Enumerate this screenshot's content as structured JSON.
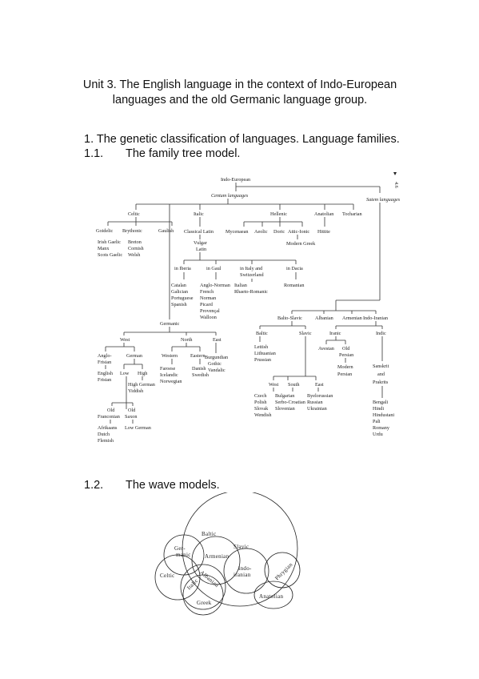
{
  "title": {
    "line1": "Unit 3. The English language in the context of Indo-European",
    "line2": "languages and the old Germanic language group."
  },
  "section1": {
    "number": "1.",
    "text": "The genetic classification of languages. Language families."
  },
  "section11": {
    "number": "1.1.",
    "text": "The family tree model."
  },
  "section12": {
    "number": "1.2.",
    "text": "The wave models."
  },
  "tree": {
    "root": "Indo-European",
    "centum": "Centum languages",
    "satem": "Satem languages",
    "page_mark": "4.6",
    "celtic": "Celtic",
    "goidelic": "Goidelic",
    "brythonic": "Brythonic",
    "gaulish": "Gaulish",
    "goidelic_children": [
      "Irish Gaelic",
      "Manx",
      "Scots Gaelic"
    ],
    "brythonic_children": [
      "Breton",
      "Cornish",
      "Welsh"
    ],
    "italic": "Italic",
    "classical_latin": "Classical Latin",
    "vulgar_latin": [
      "Vulgar",
      "Latin"
    ],
    "latin_regions": [
      "in Iberia",
      "in Gaul",
      "in Italy and",
      "Switzerland",
      "in Dacia"
    ],
    "iberia_children": [
      "Catalan",
      "Galician",
      "Portuguese",
      "Spanish"
    ],
    "gaul_children": [
      "Anglo-Norman",
      "French",
      "Norman",
      "Picard",
      "Provençal",
      "Walloon"
    ],
    "italy_children": [
      "Italian",
      "Rhaeto-Romanic"
    ],
    "dacia_children": [
      "Romanian"
    ],
    "hellenic": "Hellenic",
    "hellenic_children": [
      "Mycenaean",
      "Aeolic",
      "Doric",
      "Attic-Ionic"
    ],
    "modern_greek": "Modern Greek",
    "anatolian": "Anatolian",
    "hittite": "Hittite",
    "tocharian": "Tocharian",
    "germanic": "Germanic",
    "west": "West",
    "north": "North",
    "east": "East",
    "anglo_frisian": [
      "Anglo-",
      "Frisian"
    ],
    "german": "German",
    "english_frisian": [
      "English",
      "Frisian"
    ],
    "low": "Low",
    "high": "High",
    "high_german": [
      "High German",
      "Yiddish"
    ],
    "old_franconian": [
      "Old",
      "Franconian"
    ],
    "old_saxon": [
      "Old",
      "Saxon"
    ],
    "franconian_children": [
      "Afrikaans",
      "Dutch",
      "Flemish"
    ],
    "low_german": "Low German",
    "western": "Western",
    "eastern": "Eastern",
    "western_children": [
      "Faroese",
      "Icelandic",
      "Norwegian"
    ],
    "eastern_children": [
      "Danish",
      "Swedish"
    ],
    "east_children": [
      "Burgundian",
      "Gothic",
      "Vandalic"
    ],
    "balto_slavic": "Balto-Slavic",
    "albanian": "Albanian",
    "armenian": "Armenian",
    "indo_iranian": "Indo-Iranian",
    "baltic": "Baltic",
    "slavic": "Slavic",
    "baltic_children": [
      "Lettish",
      "Lithuanian",
      "Prussian"
    ],
    "slavic_west": "West",
    "slavic_south": "South",
    "slavic_east": "East",
    "west_slavic_children": [
      "Czech",
      "Polish",
      "Slovak",
      "Wendish"
    ],
    "south_slavic_children": [
      "Bulgarian",
      "Serbo-Croatian",
      "Slovenian"
    ],
    "east_slavic_children": [
      "Byelorussian",
      "Russian",
      "Ukrainian"
    ],
    "iranic": "Iranic",
    "avestan": "Avestan",
    "old_persian": [
      "Old",
      "Persian"
    ],
    "modern_persian": [
      "Modern",
      "Persian"
    ],
    "indic": "Indic",
    "sanskrit": [
      "Sanskrit",
      "and",
      "Prakrits"
    ],
    "indic_children": [
      "Bengali",
      "Hindi",
      "Hindustani",
      "Pali",
      "Romany",
      "Urdu"
    ]
  },
  "wave": {
    "baltic": "Baltic",
    "slavic": "Slavic",
    "germanic": [
      "Ger-",
      "manic"
    ],
    "armenian": "Armenian",
    "indo_iranian": [
      "Indo-",
      "iranian"
    ],
    "phrygian": "Phrygian",
    "celtic": "Celtic",
    "italic": "Italic",
    "albanian": "Albanian",
    "greek": "Greek",
    "anatolian": "Anatolian"
  }
}
